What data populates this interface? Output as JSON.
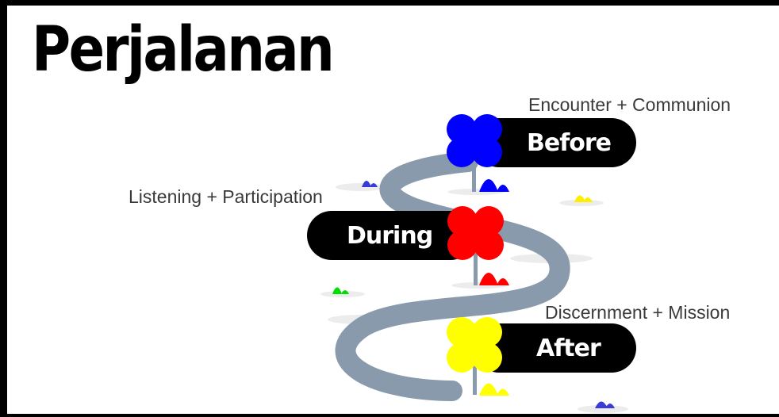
{
  "title": "Perjalanan",
  "stages": [
    {
      "label": "Before",
      "caption": "Encounter + Communion",
      "color": "#0000ff"
    },
    {
      "label": "During",
      "caption": "Listening + Participation",
      "color": "#ff0000"
    },
    {
      "label": "After",
      "caption": "Discernment + Mission",
      "color": "#ffff00"
    }
  ],
  "colors": {
    "path": "#8a9aad",
    "ground_shadow": "#e8e8e8",
    "blue": "#3a3ad8",
    "yellow": "#ffff00",
    "green": "#00dd00",
    "red": "#ff0000"
  }
}
